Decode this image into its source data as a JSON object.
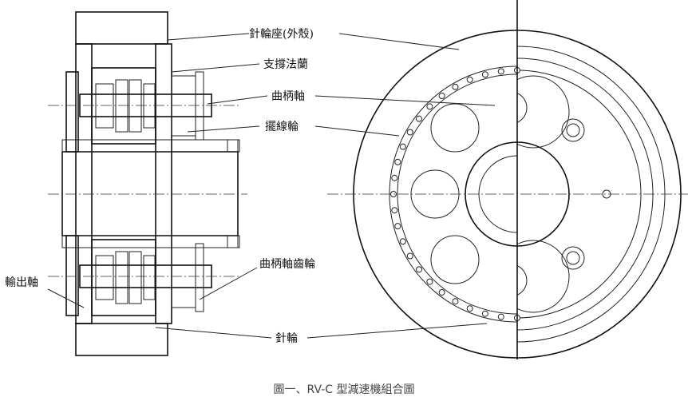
{
  "labels": {
    "ring_gear_housing": "針輪座(外殼)",
    "support_flange": "支撐法蘭",
    "crankshaft": "曲柄軸",
    "cycloid_disc": "擺線輪",
    "crankshaft_gear": "曲柄軸齒輪",
    "output_shaft": "輸出軸",
    "pin": "針輪"
  },
  "caption": "圖一、RV-C 型減速機組合圖"
}
